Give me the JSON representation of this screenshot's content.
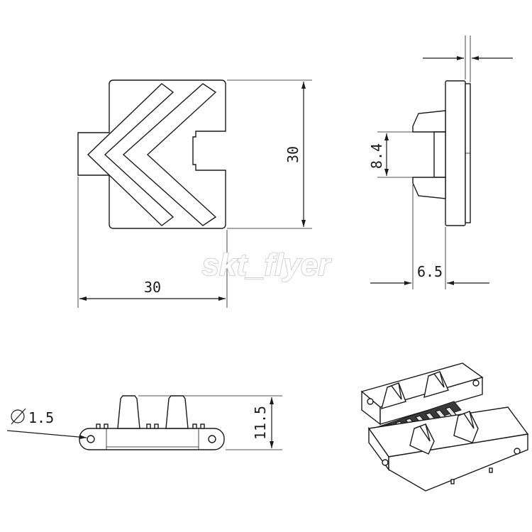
{
  "dimensions": {
    "top_view_height": "30",
    "top_view_width": "30",
    "side_view_tooth_gap": "8.4",
    "side_view_depth": "6.5",
    "front_view_pin_diameter": "1.5",
    "front_view_height": "11.5"
  },
  "watermark": "skt_flyer",
  "colors": {
    "line": "#1a1a1a",
    "watermark_outline": "#c8c8c8",
    "background": "#ffffff"
  }
}
